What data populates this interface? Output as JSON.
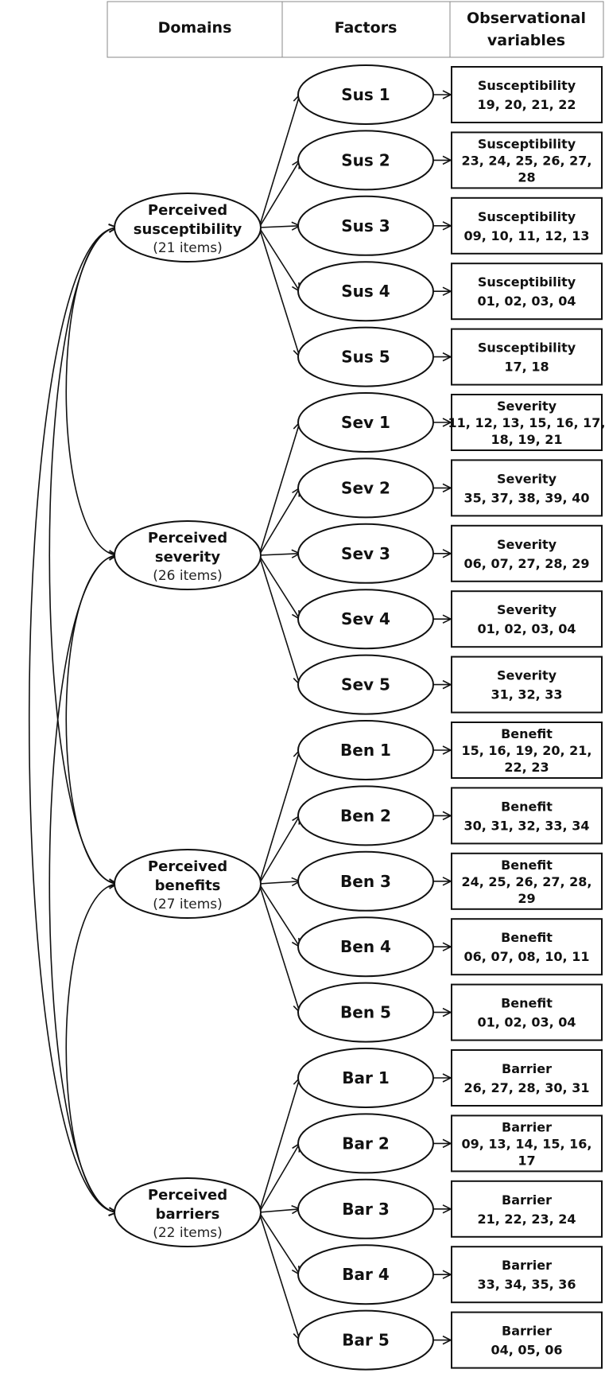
{
  "header": {
    "domains": "Domains",
    "factors": "Factors",
    "observational_line1": "Observational",
    "observational_line2": "variables"
  },
  "domains": [
    {
      "name_line1": "Perceived",
      "name_line2": "susceptibility",
      "count": "(21 items)",
      "factors": [
        {
          "label": "Sus 1",
          "obs_lines": [
            "Susceptibility",
            "19, 20, 21, 22"
          ]
        },
        {
          "label": "Sus 2",
          "obs_lines": [
            "Susceptibility",
            "23, 24, 25, 26, 27,",
            "28"
          ]
        },
        {
          "label": "Sus 3",
          "obs_lines": [
            "Susceptibility",
            "09, 10, 11, 12, 13"
          ]
        },
        {
          "label": "Sus 4",
          "obs_lines": [
            "Susceptibility",
            "01, 02, 03, 04"
          ]
        },
        {
          "label": "Sus 5",
          "obs_lines": [
            "Susceptibility",
            "17, 18"
          ]
        }
      ]
    },
    {
      "name_line1": "Perceived",
      "name_line2": "severity",
      "count": "(26 items)",
      "factors": [
        {
          "label": "Sev 1",
          "obs_lines": [
            "Severity",
            "11, 12, 13, 15, 16, 17,",
            "18, 19, 21"
          ]
        },
        {
          "label": "Sev 2",
          "obs_lines": [
            "Severity",
            "35, 37, 38, 39, 40"
          ]
        },
        {
          "label": "Sev 3",
          "obs_lines": [
            "Severity",
            "06, 07, 27, 28, 29"
          ]
        },
        {
          "label": "Sev 4",
          "obs_lines": [
            "Severity",
            "01, 02, 03, 04"
          ]
        },
        {
          "label": "Sev 5",
          "obs_lines": [
            "Severity",
            "31, 32, 33"
          ]
        }
      ]
    },
    {
      "name_line1": "Perceived",
      "name_line2": "benefits",
      "count": "(27 items)",
      "factors": [
        {
          "label": "Ben 1",
          "obs_lines": [
            "Benefit",
            "15, 16, 19, 20, 21,",
            "22, 23"
          ]
        },
        {
          "label": "Ben 2",
          "obs_lines": [
            "Benefit",
            "30, 31, 32, 33, 34"
          ]
        },
        {
          "label": "Ben 3",
          "obs_lines": [
            "Benefit",
            "24, 25, 26, 27, 28,",
            "29"
          ]
        },
        {
          "label": "Ben 4",
          "obs_lines": [
            "Benefit",
            "06, 07, 08, 10, 11"
          ]
        },
        {
          "label": "Ben 5",
          "obs_lines": [
            "Benefit",
            "01, 02, 03, 04"
          ]
        }
      ]
    },
    {
      "name_line1": "Perceived",
      "name_line2": "barriers",
      "count": "(22 items)",
      "factors": [
        {
          "label": "Bar 1",
          "obs_lines": [
            "Barrier",
            "26, 27, 28, 30, 31"
          ]
        },
        {
          "label": "Bar 2",
          "obs_lines": [
            "Barrier",
            "09, 13, 14, 15, 16,",
            "17"
          ]
        },
        {
          "label": "Bar 3",
          "obs_lines": [
            "Barrier",
            "21, 22, 23, 24"
          ]
        },
        {
          "label": "Bar 4",
          "obs_lines": [
            "Barrier",
            "33, 34, 35, 36"
          ]
        },
        {
          "label": "Bar 5",
          "obs_lines": [
            "Barrier",
            "04, 05, 06"
          ]
        }
      ]
    }
  ]
}
